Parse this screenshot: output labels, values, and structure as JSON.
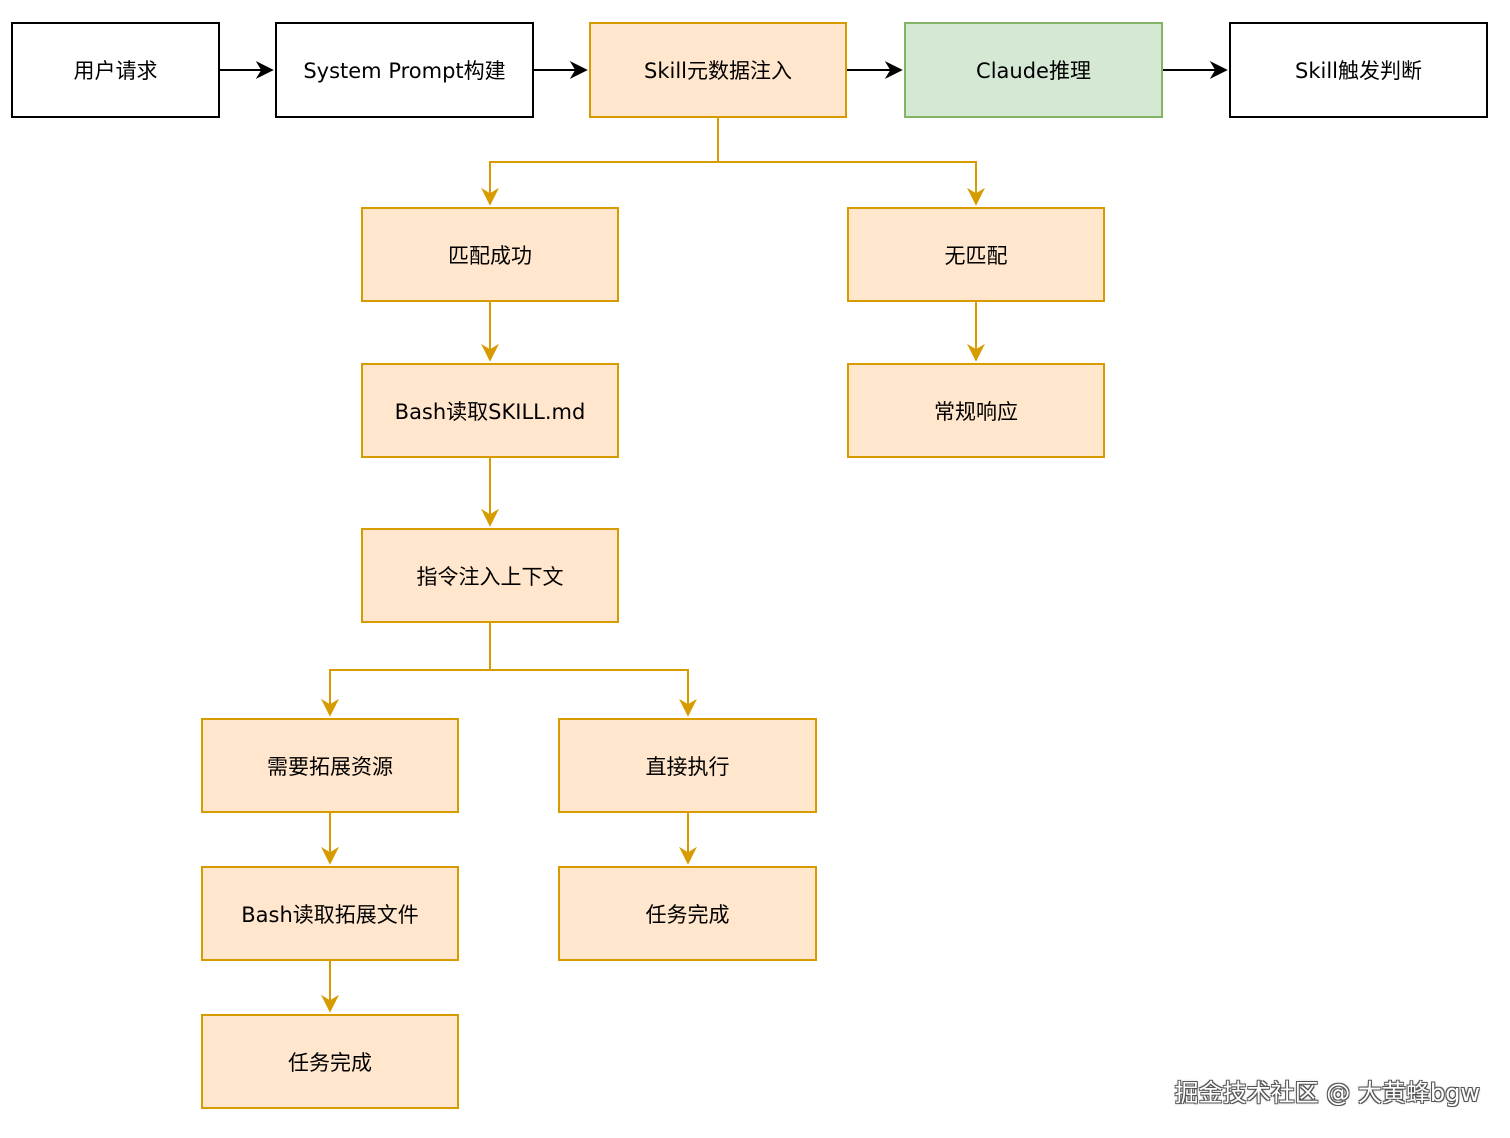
{
  "colors": {
    "orange_fill": "#ffe6cc",
    "orange_stroke": "#d79b00",
    "green_fill": "#d5e8d4",
    "green_stroke": "#82b366",
    "black_stroke": "#000000"
  },
  "nodes": {
    "user_request": "用户请求",
    "system_prompt": "System Prompt构建",
    "skill_metadata": "Skill元数据注入",
    "claude_reasoning": "Claude推理",
    "skill_trigger": "Skill触发判断",
    "match_success": "匹配成功",
    "no_match": "无匹配",
    "bash_read_skill": "Bash读取SKILL.md",
    "normal_response": "常规响应",
    "inject_context": "指令注入上下文",
    "need_extension": "需要拓展资源",
    "direct_exec": "直接执行",
    "bash_read_ext": "Bash读取拓展文件",
    "task_done_right": "任务完成",
    "task_done_left": "任务完成"
  },
  "watermark": "掘金技术社区 @ 大黄蜂bgw"
}
